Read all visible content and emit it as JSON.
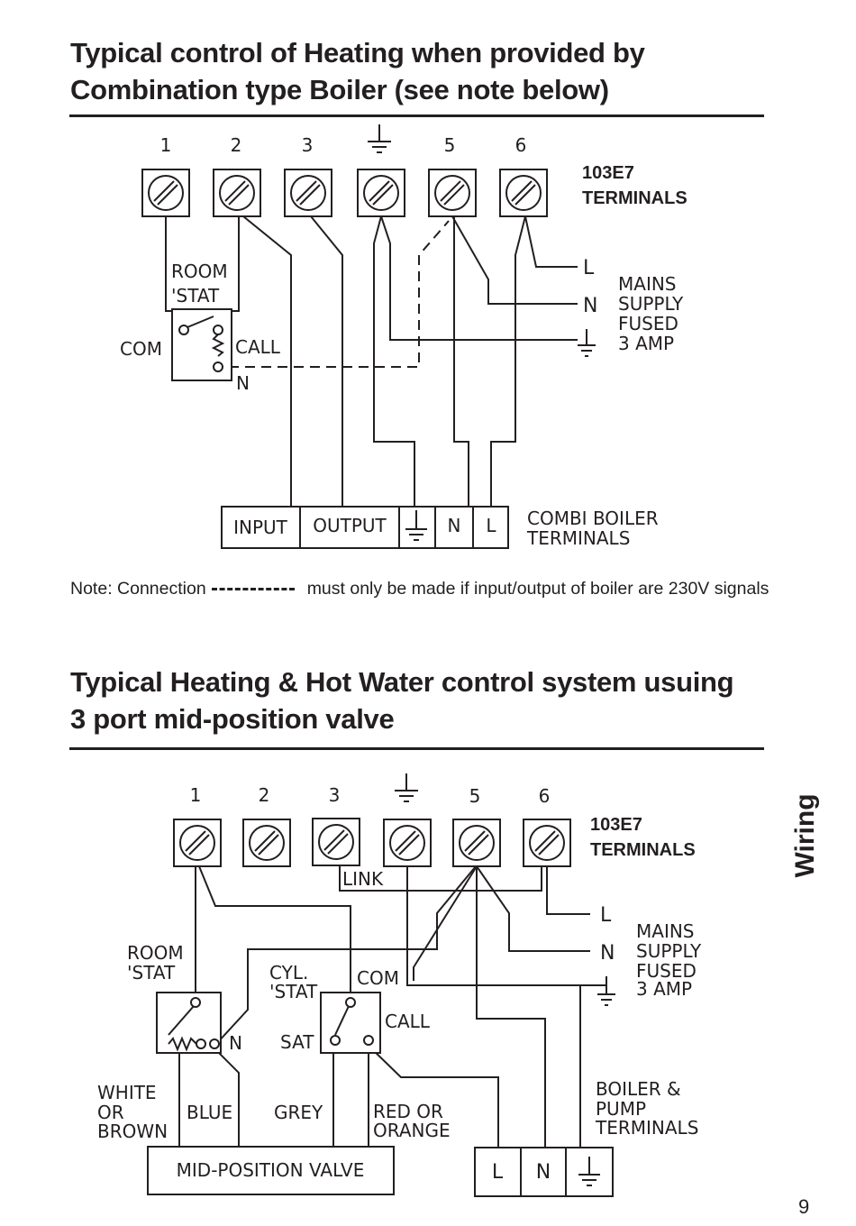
{
  "section1": {
    "title_line1": "Typical control of Heating when provided by",
    "title_line2": "Combination type Boiler (see note below)",
    "terminal_labels": [
      "1",
      "2",
      "3",
      "5",
      "6"
    ],
    "terminals_name_line1": "103E7",
    "terminals_name_line2": "TERMINALS",
    "room_stat_line1": "ROOM",
    "room_stat_line2": "'STAT",
    "com": "COM",
    "call": "CALL",
    "n": "N",
    "mains_l": "L",
    "mains_n": "N",
    "mains_line1": "MAINS",
    "mains_line2": "SUPPLY",
    "mains_line3": "FUSED",
    "mains_line4": "3 AMP",
    "boiler_input": "INPUT",
    "boiler_output": "OUTPUT",
    "boiler_n": "N",
    "boiler_l": "L",
    "boiler_label_line1": "COMBI BOILER",
    "boiler_label_line2": "TERMINALS"
  },
  "note": {
    "prefix": "Note: Connection",
    "suffix": "must only be made if input/output of boiler are 230V signals"
  },
  "section2": {
    "title_line1": "Typical Heating & Hot Water control system usuing",
    "title_line2": "3 port mid-position valve",
    "terminal_labels": [
      "1",
      "2",
      "3",
      "5",
      "6"
    ],
    "terminals_name_line1": "103E7",
    "terminals_name_line2": "TERMINALS",
    "link": "LINK",
    "room_stat_line1": "ROOM",
    "room_stat_line2": "'STAT",
    "room_n": "N",
    "cyl_stat_line1": "CYL.",
    "cyl_stat_line2": "'STAT",
    "com": "COM",
    "call": "CALL",
    "sat": "SAT",
    "mains_l": "L",
    "mains_n": "N",
    "mains_line1": "MAINS",
    "mains_line2": "SUPPLY",
    "mains_line3": "FUSED",
    "mains_line4": "3 AMP",
    "white_line1": "WHITE",
    "white_line2": "OR",
    "white_line3": "BROWN",
    "blue": "BLUE",
    "grey": "GREY",
    "red_line1": "RED OR",
    "red_line2": "ORANGE",
    "valve": "MID-POSITION VALVE",
    "boiler_line1": "BOILER &",
    "boiler_line2": "PUMP",
    "boiler_line3": "TERMINALS",
    "boiler_l": "L",
    "boiler_n": "N"
  },
  "side_tab": "Wiring",
  "page_number": "9"
}
